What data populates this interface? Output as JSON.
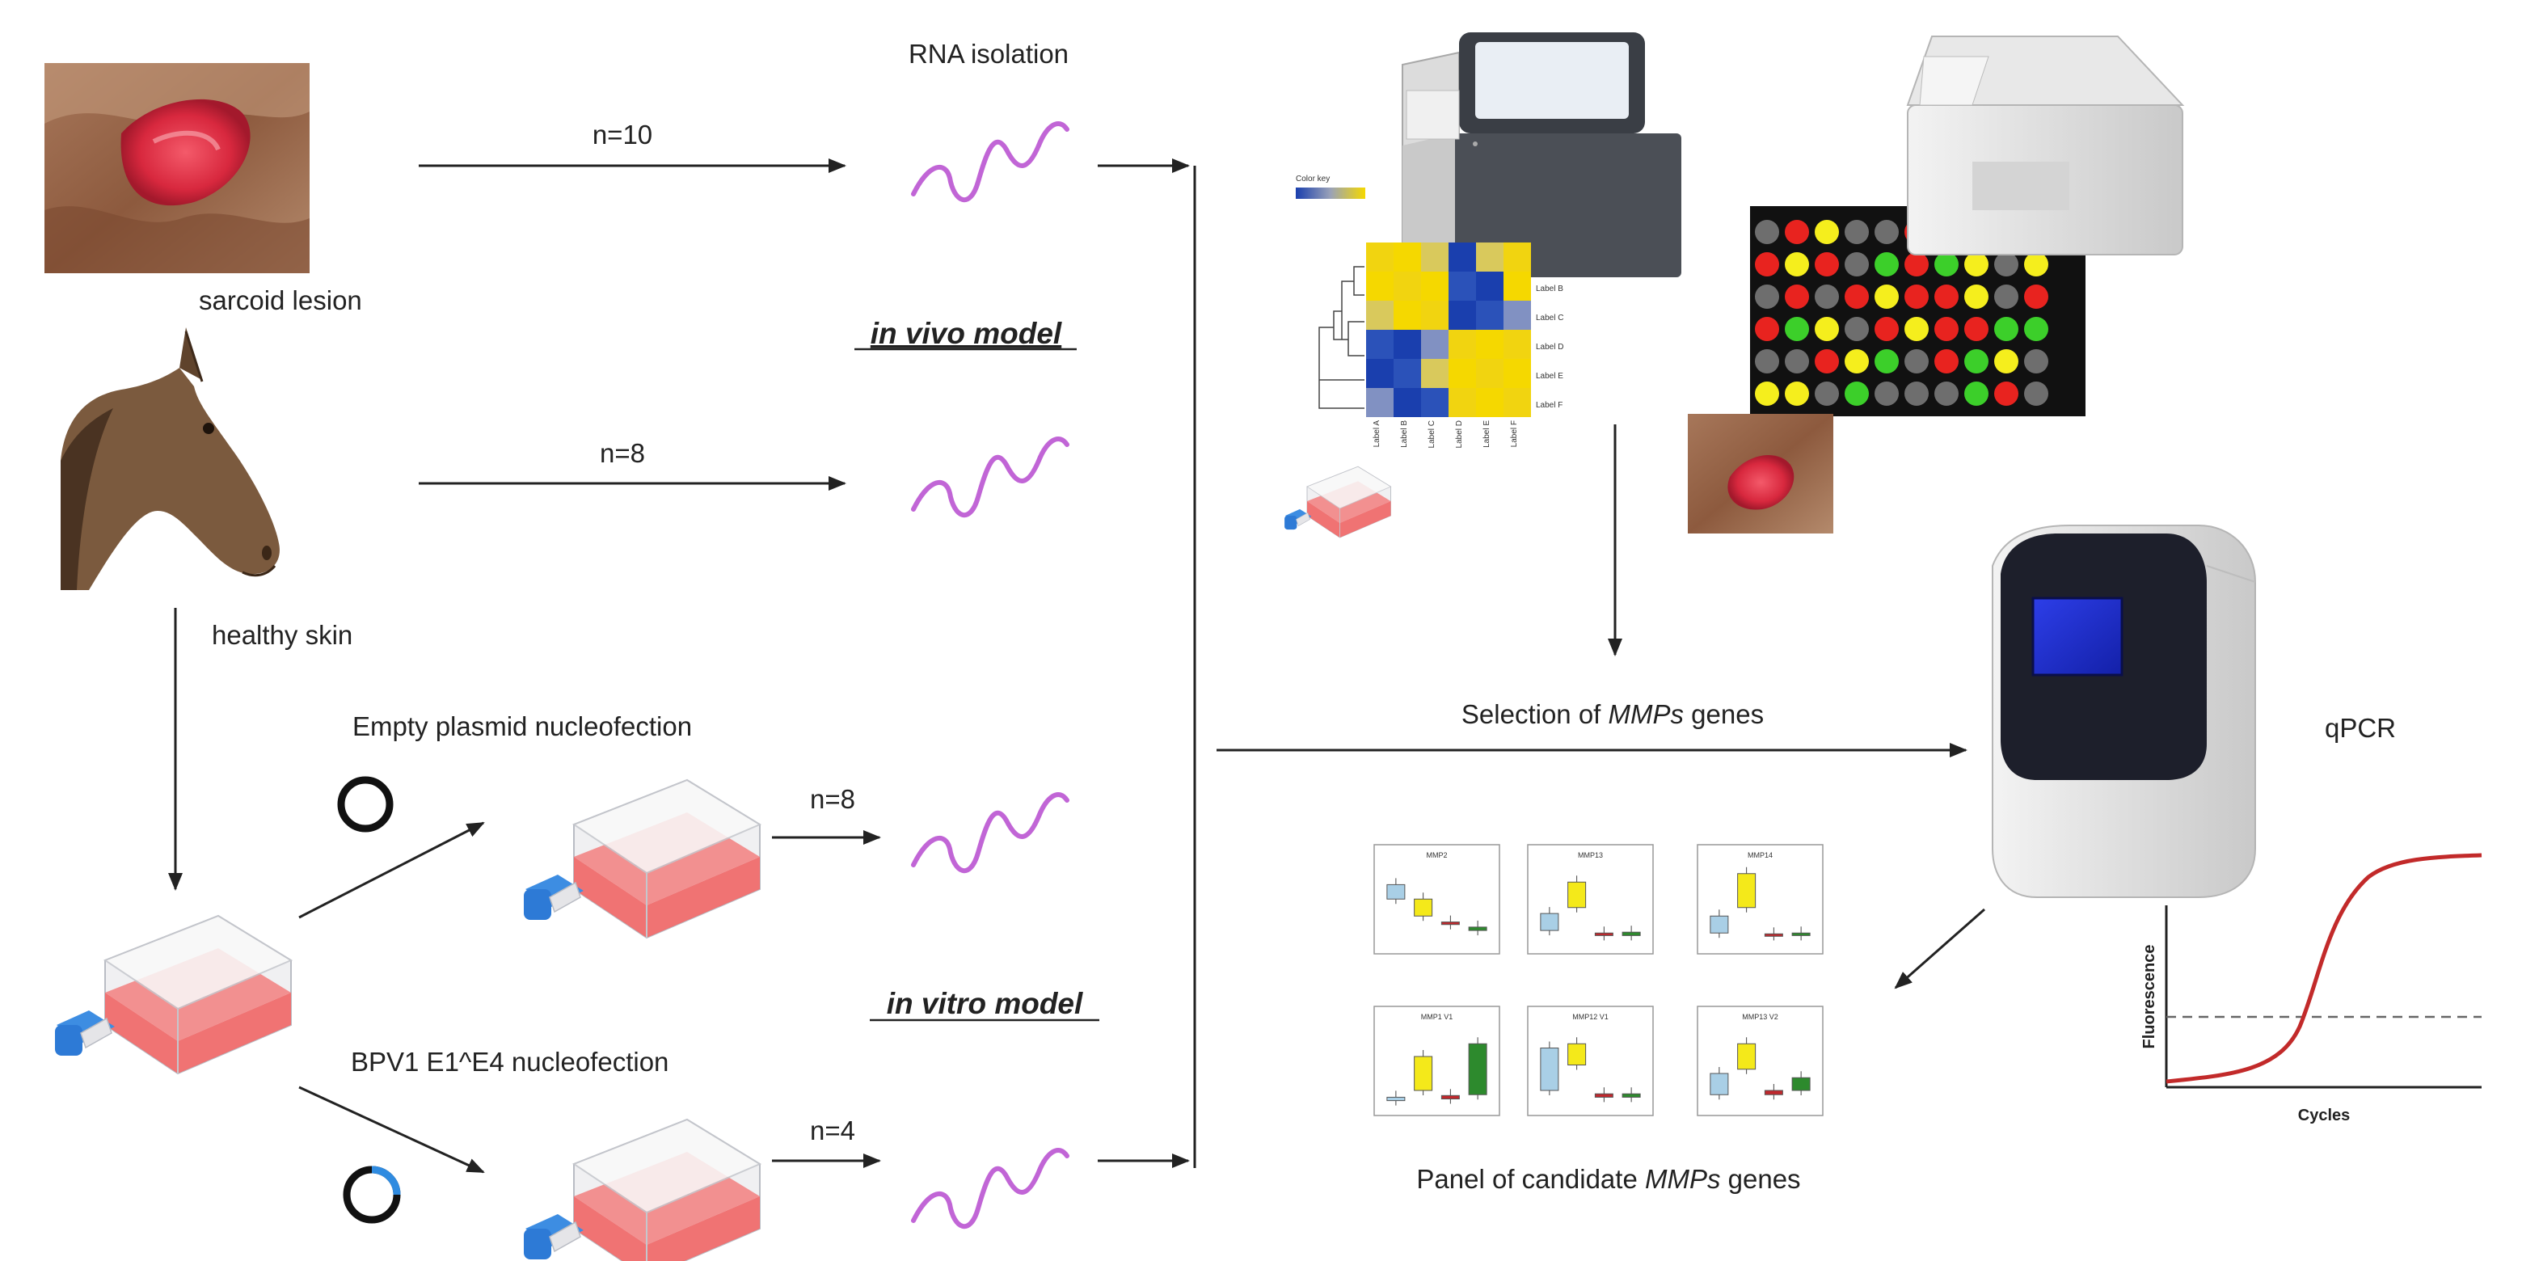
{
  "labels": {
    "rna_isolation": "RNA isolation",
    "sarcoid_lesion": "sarcoid lesion",
    "healthy_skin": "healthy skin",
    "in_vivo": "in vivo model",
    "in_vitro": "in vitro model",
    "empty_plasmid": "Empty plasmid nucleofection",
    "bpv1": "BPV1 E1^E4 nucleofection",
    "selection_prefix": "Selection of ",
    "selection_genes": "MMPs",
    "selection_suffix": " genes",
    "panel_prefix": "Panel of candidate ",
    "panel_genes": "MMPs",
    "panel_suffix": " genes",
    "qpcr": "qPCR",
    "fluorescence": "Fluorescence",
    "cycles": "Cycles",
    "color_key": "Color key"
  },
  "counts": {
    "n_sarcoid": "n=10",
    "n_healthy": "n=8",
    "n_empty": "n=8",
    "n_bpv1": "n=4"
  },
  "heatmap": {
    "row_labels": [
      "Label B",
      "Label C",
      "Label D",
      "Label E",
      "Label F"
    ],
    "col_labels": [
      "Label A",
      "Label B",
      "Label C",
      "Label D",
      "Label E",
      "Label F"
    ]
  },
  "boxplot_titles": [
    "MMP2",
    "MMP13",
    "MMP14",
    "MMP1 V1",
    "MMP12 V1",
    "MMP13 V2"
  ],
  "microarray_colors": {
    "red": "#e8231f",
    "yellow": "#f5ee1d",
    "green": "#3ccf2a",
    "grey": "#6e6e6e"
  },
  "icons": [
    "sarcoid-lesion-photo",
    "horse-head-icon",
    "rna-strand-icon",
    "cell-flask-icon",
    "plasmid-ring-icon",
    "sequencer-icon",
    "heatmap-icon",
    "microarray-scanner-icon",
    "qpcr-machine-icon"
  ]
}
